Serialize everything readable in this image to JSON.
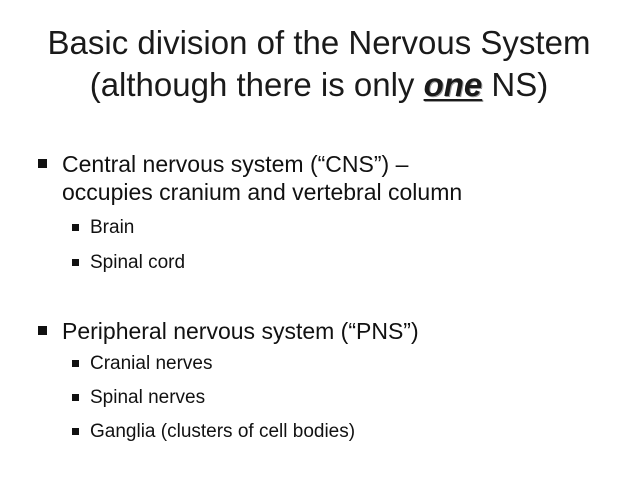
{
  "title": {
    "line1": "Basic division of the Nervous System",
    "line2_before": "(although there is only ",
    "line2_emphasis": "one",
    "line2_after": " NS)"
  },
  "bullets": [
    {
      "text_line1": "Central nervous system (“CNS”) –",
      "text_line2": "occupies cranium and vertebral column",
      "children": [
        "Brain",
        "Spinal cord"
      ]
    },
    {
      "text_line1": "Peripheral nervous system (“PNS”)",
      "children": [
        "Cranial nerves",
        "Spinal nerves",
        "Ganglia (clusters of cell bodies)"
      ]
    }
  ],
  "colors": {
    "text": "#111111",
    "background": "#ffffff"
  },
  "icons": {
    "bullet": "square-bullet-icon"
  }
}
